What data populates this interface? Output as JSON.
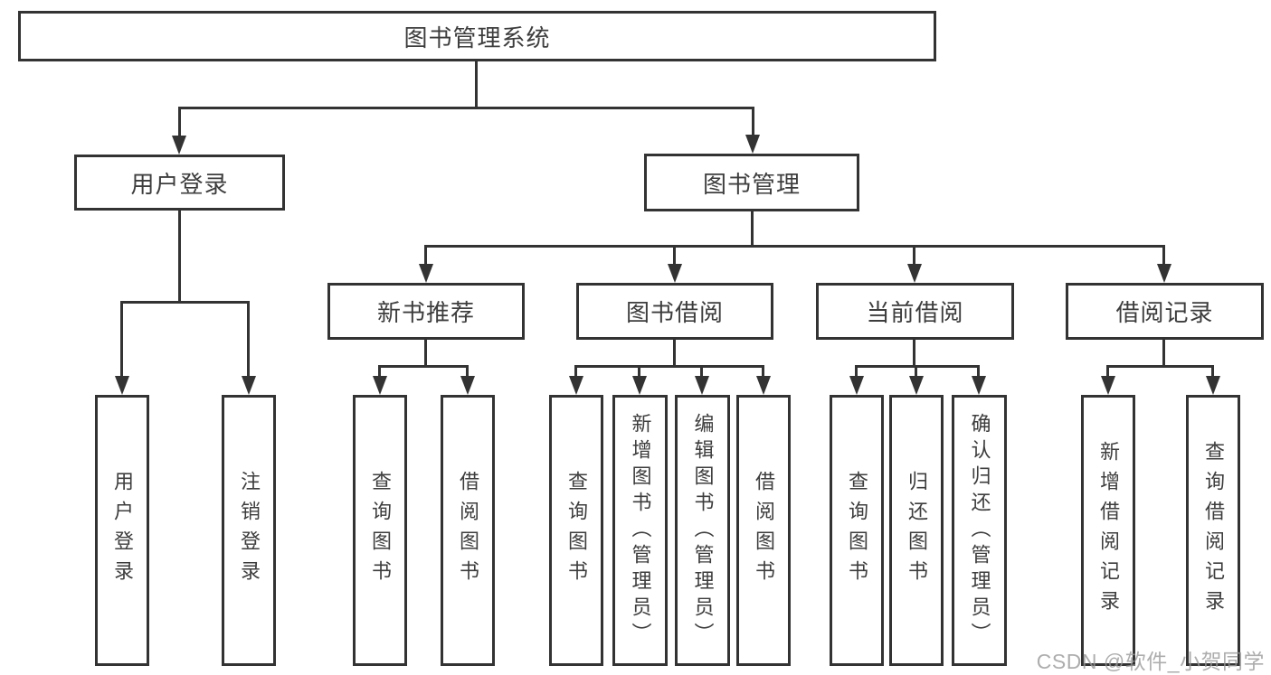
{
  "diagram": {
    "type": "hierarchy-tree",
    "root": {
      "label": "图书管理系统"
    },
    "branches": [
      {
        "label": "用户登录",
        "children": [
          {
            "label": "用户登录"
          },
          {
            "label": "注销登录"
          }
        ]
      },
      {
        "label": "图书管理",
        "children": [
          {
            "label": "新书推荐",
            "children": [
              {
                "label": "查询图书"
              },
              {
                "label": "借阅图书"
              }
            ]
          },
          {
            "label": "图书借阅",
            "children": [
              {
                "label": "查询图书"
              },
              {
                "label": "新增图书（管理员）"
              },
              {
                "label": "编辑图书（管理员）"
              },
              {
                "label": "借阅图书"
              }
            ]
          },
          {
            "label": "当前借阅",
            "children": [
              {
                "label": "查询图书"
              },
              {
                "label": "归还图书"
              },
              {
                "label": "确认归还（管理员）"
              }
            ]
          },
          {
            "label": "借阅记录",
            "children": [
              {
                "label": "新增借阅记录"
              },
              {
                "label": "查询借阅记录"
              }
            ]
          }
        ]
      }
    ]
  },
  "watermark": {
    "text": "CSDN @软件_小贺同学"
  },
  "colors": {
    "line": "#333333",
    "text": "#3d3d3d",
    "watermark": "#999999",
    "background": "#ffffff"
  }
}
